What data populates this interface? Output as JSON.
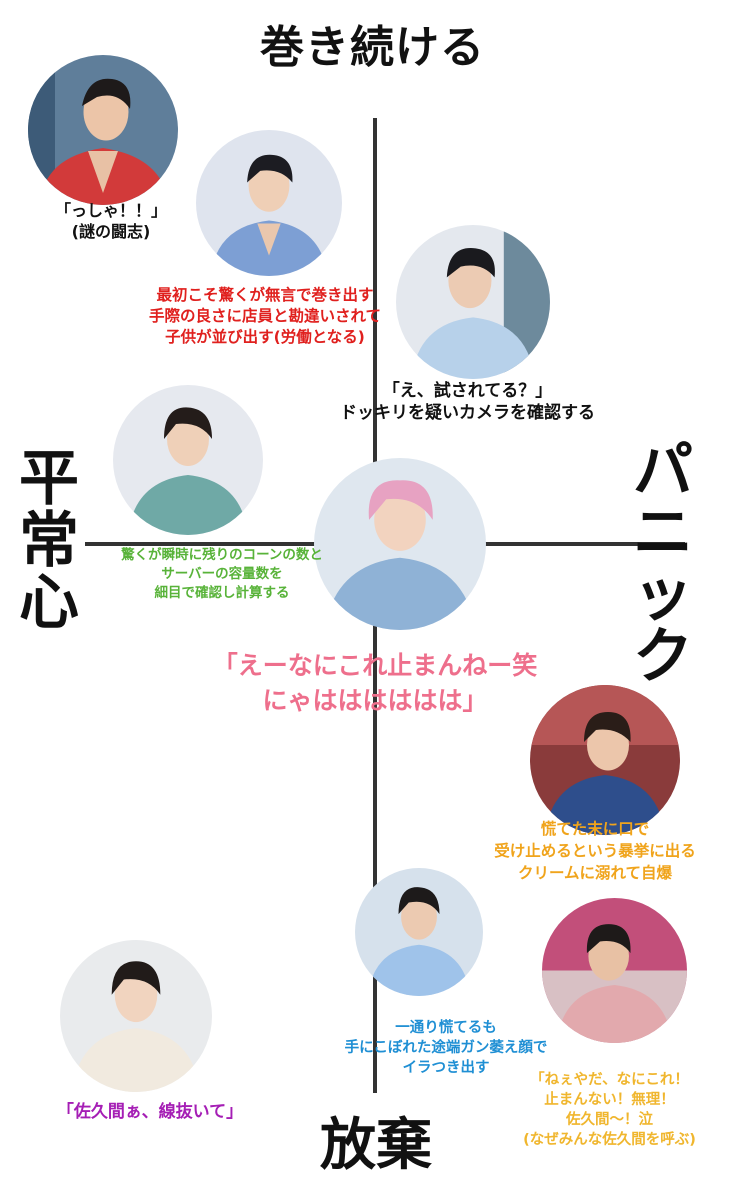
{
  "axes": {
    "top": "巻き続ける",
    "bottom": "放棄",
    "left": [
      "平",
      "常",
      "心"
    ],
    "right": [
      "パ",
      "ニ",
      "ッ",
      "ク"
    ]
  },
  "captions": {
    "c1": [
      "「っしゃ！！」",
      "(謎の闘志)"
    ],
    "c2": [
      "最初こそ驚くが無言で巻き出す",
      "手際の良さに店員と勘違いされて",
      "子供が並び出す(労働となる)"
    ],
    "c3": [
      "「え、試されてる？」",
      "ドッキリを疑いカメラを確認する"
    ],
    "c4": [
      "驚くが瞬時に残りのコーンの数と",
      "サーバーの容量数を",
      "細目で確認し計算する"
    ],
    "c5": [
      "「えーなにこれ止まんねー笑",
      "にゃはははははは」"
    ],
    "c6": [
      "慌てた末に口で",
      "受け止めるという暴挙に出る",
      "クリームに溺れて自爆"
    ],
    "c7": [
      "一通り慌てるも",
      "手にこぼれた途端ガン萎え顔で",
      "イラつき出す"
    ],
    "c8": [
      "「ねぇやだ、なにこれ！",
      "止まんない！無理！",
      "佐久間〜！泣",
      "(なぜみんな佐久間を呼ぶ)"
    ],
    "c9": [
      "「佐久間ぁ、線抜いて」"
    ]
  },
  "colors": {
    "red": "#e0201e",
    "green": "#58b339",
    "pink": "#ee6f8c",
    "orange": "#f0a41c",
    "blue": "#1f8fd4",
    "yellow": "#f0b62e",
    "purple": "#a51eb5",
    "black": "#111111"
  }
}
